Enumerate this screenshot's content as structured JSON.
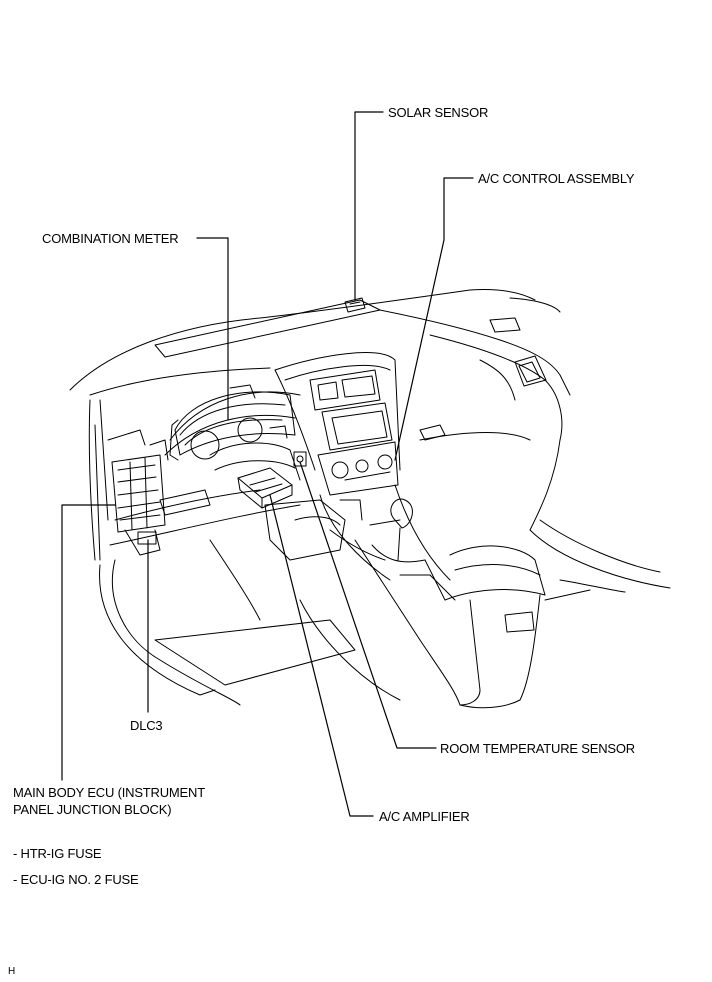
{
  "labels": {
    "solar_sensor": "SOLAR SENSOR",
    "ac_control_assembly": "A/C CONTROL ASSEMBLY",
    "combination_meter": "COMBINATION METER",
    "dlc3": "DLC3",
    "room_temperature_sensor": "ROOM TEMPERATURE SENSOR",
    "main_body_ecu_line1": "MAIN BODY ECU (INSTRUMENT",
    "main_body_ecu_line2": "PANEL JUNCTION BLOCK)",
    "ac_amplifier": "A/C AMPLIFIER",
    "htr_ig_fuse": "- HTR-IG FUSE",
    "ecu_ig_fuse": "- ECU-IG NO. 2 FUSE"
  },
  "figure_code": "H",
  "colors": {
    "line": "#000000",
    "background": "#ffffff"
  }
}
